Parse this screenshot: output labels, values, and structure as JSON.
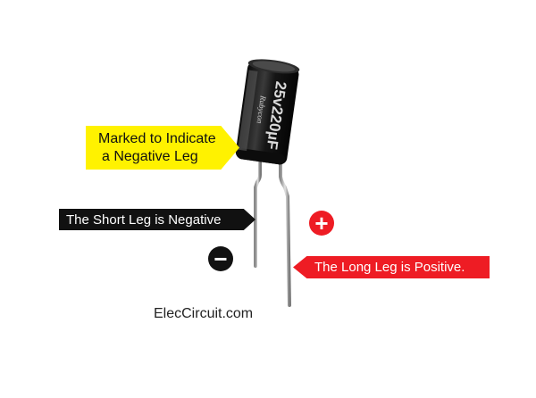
{
  "callouts": {
    "marked_line1": "Marked to Indicate",
    "marked_line2": "a Negative Leg",
    "short_leg": "The Short Leg is Negative",
    "long_leg": "The Long Leg is Positive."
  },
  "signs": {
    "positive": "+",
    "negative": "−"
  },
  "capacitor": {
    "rating_text": "25v220µF",
    "brand_text": "Rubycon"
  },
  "watermark": "ElecCircuit.com",
  "colors": {
    "callout_yellow": "#fff200",
    "callout_black": "#111111",
    "callout_red": "#ee1c24",
    "capacitor_body": "#1a1a1a"
  }
}
